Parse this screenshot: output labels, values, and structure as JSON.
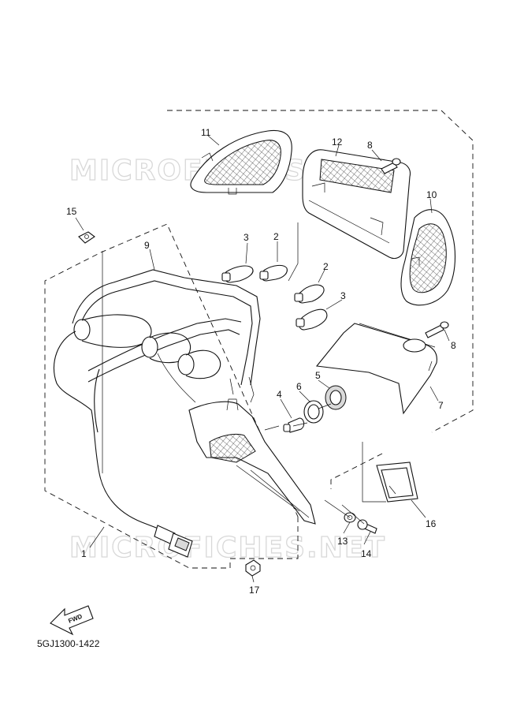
{
  "watermark": {
    "text": "MICROFICHES.NET"
  },
  "diagram_code": "5GJ1300-1422",
  "fwd_label": "FWD",
  "parts": [
    {
      "id": "1",
      "label": "1"
    },
    {
      "id": "2a",
      "label": "2"
    },
    {
      "id": "2b",
      "label": "2"
    },
    {
      "id": "3a",
      "label": "3"
    },
    {
      "id": "3b",
      "label": "3"
    },
    {
      "id": "4",
      "label": "4"
    },
    {
      "id": "5",
      "label": "5"
    },
    {
      "id": "6",
      "label": "6"
    },
    {
      "id": "7",
      "label": "7"
    },
    {
      "id": "8a",
      "label": "8"
    },
    {
      "id": "8b",
      "label": "8"
    },
    {
      "id": "9",
      "label": "9"
    },
    {
      "id": "10",
      "label": "10"
    },
    {
      "id": "11",
      "label": "11"
    },
    {
      "id": "12",
      "label": "12"
    },
    {
      "id": "13",
      "label": "13"
    },
    {
      "id": "14",
      "label": "14"
    },
    {
      "id": "15",
      "label": "15"
    },
    {
      "id": "16",
      "label": "16"
    },
    {
      "id": "17",
      "label": "17"
    }
  ]
}
